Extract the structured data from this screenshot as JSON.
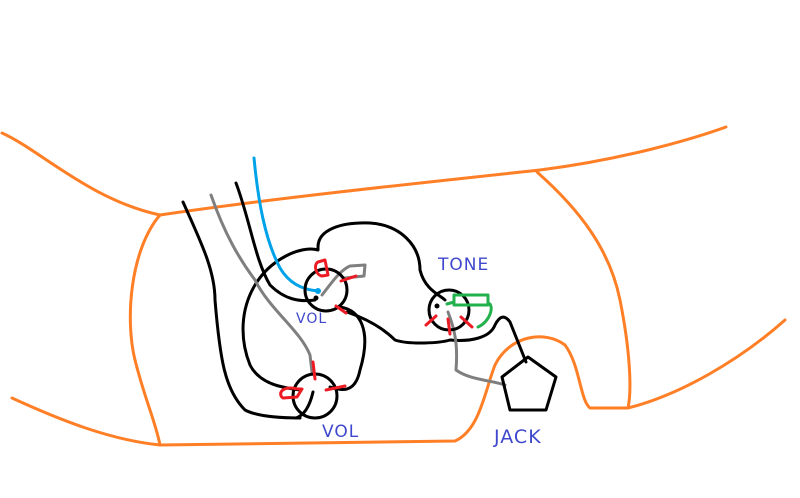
{
  "labels": {
    "vol_top": "VOL",
    "vol_bottom": "VOL",
    "tone": "TONE",
    "jack": "JACK"
  },
  "colors": {
    "body_outline": "#ff7f27",
    "wire_black": "#000000",
    "wire_gray": "#7f7f7f",
    "wire_blue": "#00a2e8",
    "solder_red": "#ed1c24",
    "capacitor_green": "#22b14c",
    "label_blue": "#3f48cc"
  }
}
